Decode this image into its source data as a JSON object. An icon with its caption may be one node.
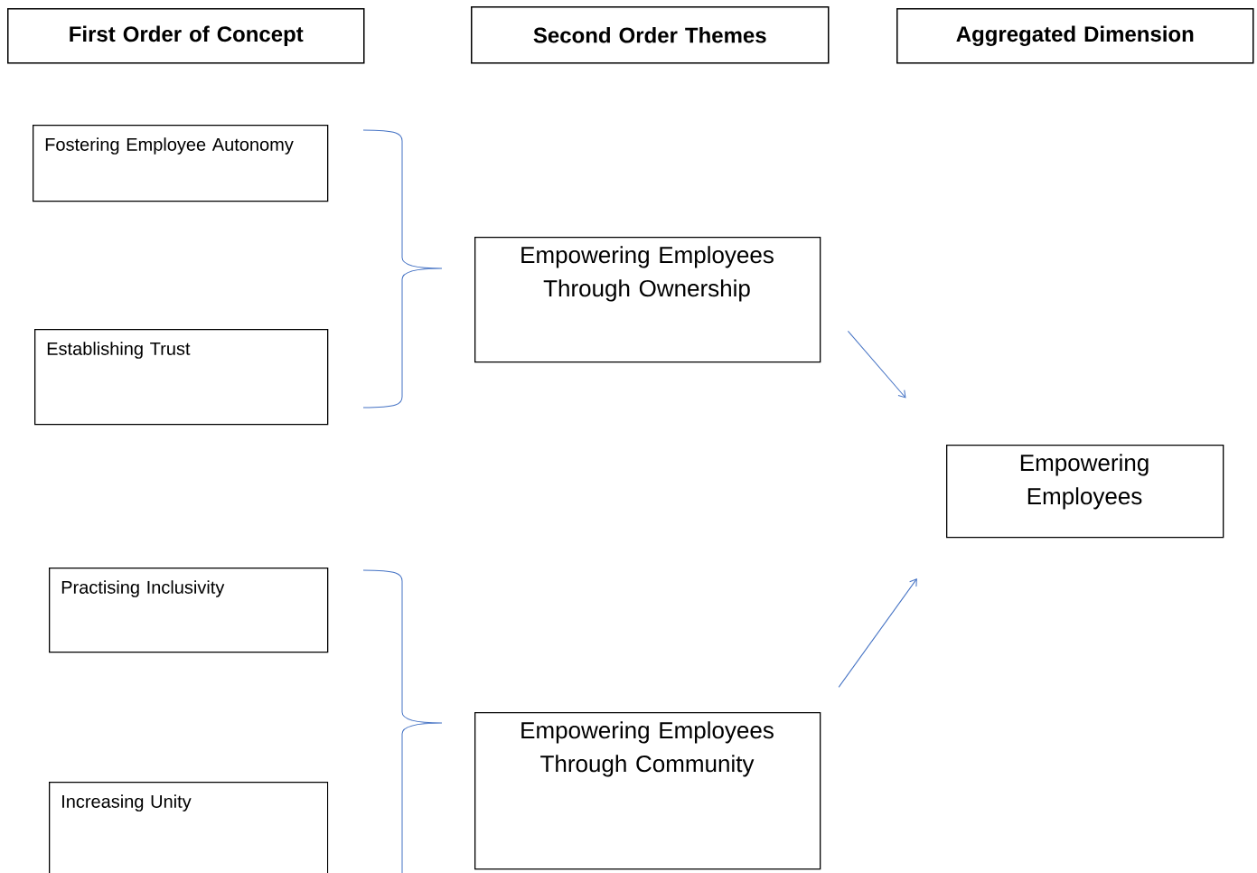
{
  "diagram": {
    "nodes": [
      {
        "text": [
          "First Order of Concept"
        ]
      },
      {
        "text": [
          "Second Order Themes"
        ]
      },
      {
        "text": [
          "Aggregated Dimension"
        ]
      },
      {
        "text": [
          "Fostering Employee Autonomy"
        ]
      },
      {
        "text": [
          "Establishing Trust"
        ]
      },
      {
        "text": [
          "Empowering Employees Through Ownership"
        ]
      },
      {
        "text": [
          "Empowering Employees"
        ]
      },
      {
        "text": [
          "Practising Inclusivity"
        ]
      },
      {
        "text": [
          "Increasing Unity"
        ]
      },
      {
        "text": [
          "Empowering Employees Through Community"
        ]
      }
    ],
    "edges": [
      {
        "from": 5,
        "to": 6,
        "arrow": "to"
      },
      {
        "from": 9,
        "to": 6,
        "arrow": "to"
      }
    ]
  }
}
